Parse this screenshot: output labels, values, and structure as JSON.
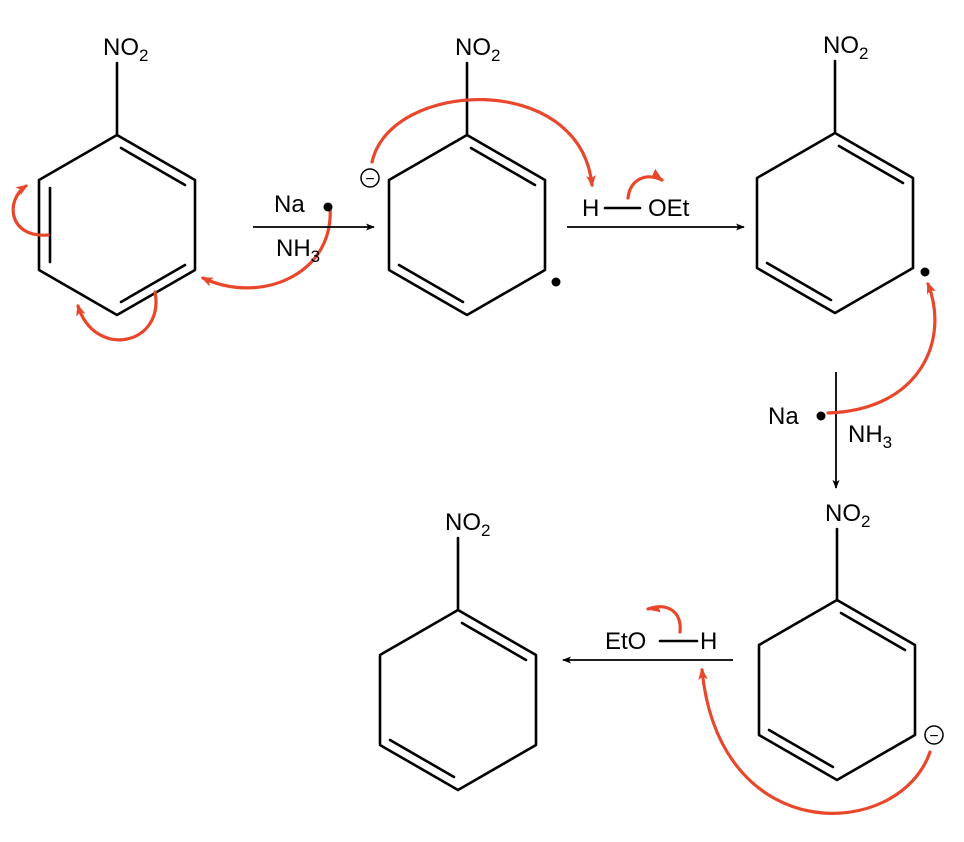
{
  "colors": {
    "ink": "#000000",
    "arrow": "#e8472b"
  },
  "molecules": [
    {
      "id": "nitrobenzene",
      "group": "NO",
      "group_sub": "2"
    },
    {
      "id": "radical-anion",
      "group": "NO",
      "group_sub": "2",
      "charge": "−"
    },
    {
      "id": "cyclohexadienyl-radical",
      "group": "NO",
      "group_sub": "2"
    },
    {
      "id": "cyclohexadienyl-anion",
      "group": "NO",
      "group_sub": "2",
      "charge": "−"
    },
    {
      "id": "product-diene",
      "group": "NO",
      "group_sub": "2"
    }
  ],
  "steps": [
    {
      "id": "step1",
      "reagent_top": "Na",
      "reagent_bottom": "NH",
      "reagent_bottom_sub": "3"
    },
    {
      "id": "step2",
      "reagent_h": "H",
      "reagent_oet": "OEt"
    },
    {
      "id": "step3",
      "reagent_side": "Na",
      "reagent_bottom": "NH",
      "reagent_bottom_sub": "3"
    },
    {
      "id": "step4",
      "reagent_eto": "EtO",
      "reagent_h": "H"
    }
  ]
}
